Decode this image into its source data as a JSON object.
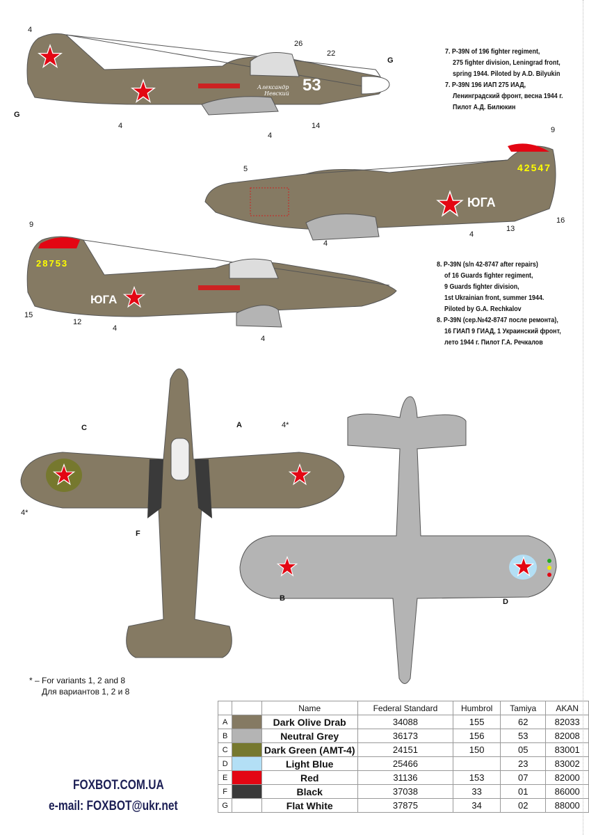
{
  "variant7": {
    "lines": [
      "7. P-39N of 196 fighter regiment,",
      "275 fighter division, Leningrad front,",
      "spring 1944. Piloted by A.D. Bilyukin",
      "7. P-39N 196 ИАП 275 ИАД,",
      "Ленинградский фронт, весна 1944 г.",
      "Пилот А.Д. Билюкин"
    ]
  },
  "variant8": {
    "lines": [
      "8. P-39N (s/n 42-8747 after repairs)",
      "of 16 Guards fighter regiment,",
      "9 Guards fighter division,",
      "1st Ukrainian front, summer 1944.",
      "Piloted by G.A. Rechkalov",
      "8. P-39N (сер.№42-8747 после ремонта),",
      "16 ГИАП 9 ГИАД, 1 Украинский фронт,",
      "лето 1944 г. Пилот Г.А. Речкалов"
    ]
  },
  "profile1": {
    "fuselage_number": "53",
    "inscription": [
      "Александр",
      "Невский"
    ],
    "callouts": [
      "4",
      "G",
      "4",
      "4",
      "14",
      "26",
      "22",
      "G"
    ]
  },
  "profile2": {
    "tail_number": "42547",
    "fuselage_text": "ЮГА",
    "callouts": [
      "5",
      "9",
      "16",
      "13",
      "4",
      "4"
    ]
  },
  "profile3": {
    "tail_number": "28753",
    "fuselage_text": "ЮГА",
    "callouts": [
      "9",
      "15",
      "12",
      "4",
      "4"
    ]
  },
  "plan_top": {
    "callouts": [
      "C",
      "4*",
      "F",
      "A",
      "4*"
    ]
  },
  "plan_bottom": {
    "callouts": [
      "B",
      "D"
    ]
  },
  "footnote": {
    "en": "* – For variants 1, 2 and 8",
    "ru": "Для вариантов 1, 2 и 8"
  },
  "brand": {
    "site": "FOXBOT.COM.UA",
    "email": "e-mail: FOXBOT@ukr.net"
  },
  "paint_table": {
    "headers": [
      "",
      "",
      "Name",
      "Federal Standard",
      "Humbrol",
      "Tamiya",
      "AKAN"
    ],
    "rows": [
      {
        "code": "A",
        "color": "#857a63",
        "name": "Dark Olive Drab",
        "fs": "34088",
        "humbrol": "155",
        "tamiya": "62",
        "akan": "82033"
      },
      {
        "code": "B",
        "color": "#b4b4b4",
        "name": "Neutral Grey",
        "fs": "36173",
        "humbrol": "156",
        "tamiya": "53",
        "akan": "82008"
      },
      {
        "code": "C",
        "color": "#76782e",
        "name": "Dark Green (AMT-4)",
        "fs": "24151",
        "humbrol": "150",
        "tamiya": "05",
        "akan": "83001"
      },
      {
        "code": "D",
        "color": "#b3dff5",
        "name": "Light Blue",
        "fs": "25466",
        "humbrol": "",
        "tamiya": "23",
        "akan": "83002"
      },
      {
        "code": "E",
        "color": "#e30613",
        "name": "Red",
        "fs": "31136",
        "humbrol": "153",
        "tamiya": "07",
        "akan": "82000"
      },
      {
        "code": "F",
        "color": "#3a3a3a",
        "name": "Black",
        "fs": "37038",
        "humbrol": "33",
        "tamiya": "01",
        "akan": "86000"
      },
      {
        "code": "G",
        "color": "#ffffff",
        "name": "Flat White",
        "fs": "37875",
        "humbrol": "34",
        "tamiya": "02",
        "akan": "88000"
      }
    ]
  }
}
